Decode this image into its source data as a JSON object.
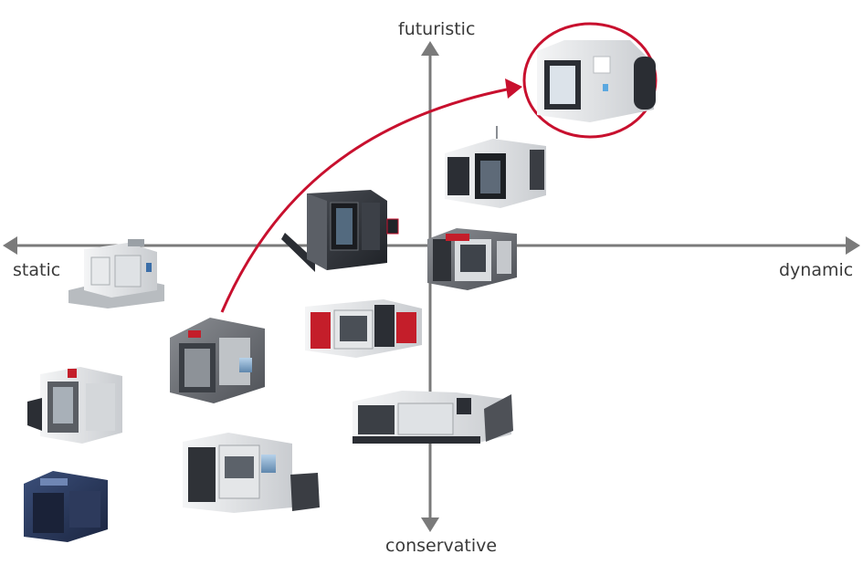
{
  "axes": {
    "top_label": "futuristic",
    "bottom_label": "conservative",
    "left_label": "static",
    "right_label": "dynamic"
  },
  "colors": {
    "axis": "#7a7a7a",
    "highlight": "#c8102e",
    "machine_grey": "#6b6e72",
    "machine_dark": "#2c2f35",
    "machine_light": "#e4e6e8",
    "machine_red": "#c41e2a",
    "screen_blue": "#8fb4d6"
  },
  "machines": [
    {
      "name": "machine-white-static",
      "style": "white"
    },
    {
      "name": "machine-dark-vertical-center",
      "style": "dark"
    },
    {
      "name": "machine-white-futuristic",
      "style": "white-dark-panel"
    },
    {
      "name": "machine-highlighted-future",
      "style": "white-dark-panel"
    },
    {
      "name": "machine-mazak-lathe",
      "style": "grey"
    },
    {
      "name": "machine-red-lathe",
      "style": "red"
    },
    {
      "name": "machine-grey-mill",
      "style": "grey"
    },
    {
      "name": "machine-haas-mill",
      "style": "light"
    },
    {
      "name": "machine-dark-blue-box",
      "style": "dark-blue"
    },
    {
      "name": "machine-lathe-conveyor",
      "style": "light"
    },
    {
      "name": "machine-long-lathe",
      "style": "light"
    }
  ]
}
